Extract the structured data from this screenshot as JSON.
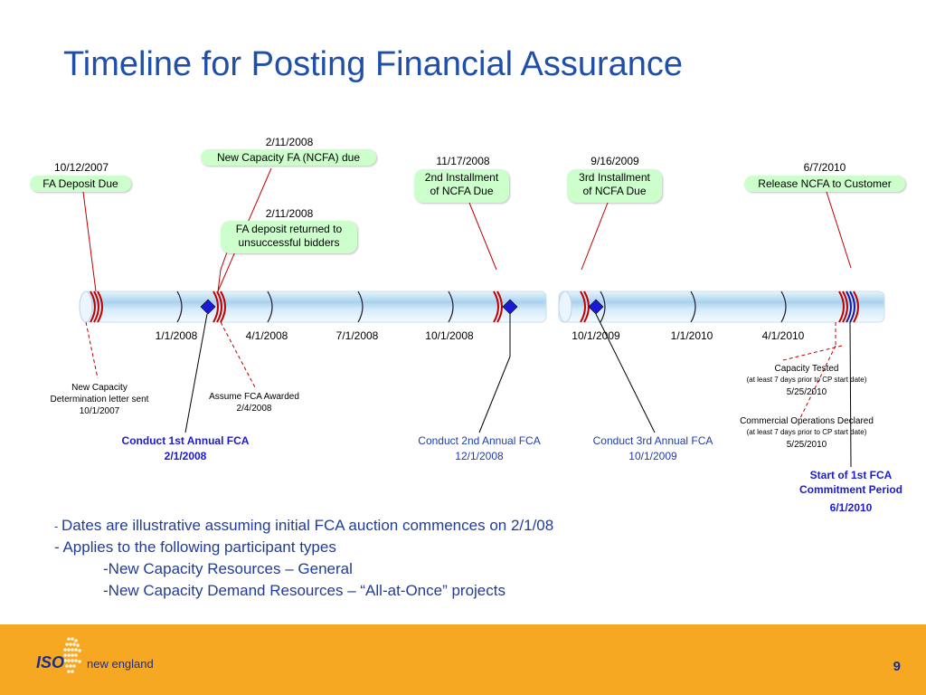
{
  "title": "Timeline for Posting Financial Assurance",
  "callouts_top": {
    "fa_deposit": {
      "date": "10/12/2007",
      "label": "FA Deposit Due"
    },
    "ncfa_due": {
      "date": "2/11/2008",
      "label": "New Capacity FA (NCFA) due"
    },
    "fa_returned": {
      "date": "2/11/2008",
      "line1": "FA deposit returned to",
      "line2": "unsuccessful bidders"
    },
    "second_installment": {
      "date": "11/17/2008",
      "line1": "2nd Installment",
      "line2": "of NCFA Due"
    },
    "third_installment": {
      "date": "9/16/2009",
      "line1": "3rd Installment",
      "line2": "of NCFA Due"
    },
    "release": {
      "date": "6/7/2010",
      "label": "Release NCFA to Customer"
    }
  },
  "axis_ticks": [
    "1/1/2008",
    "4/1/2008",
    "7/1/2008",
    "10/1/2008",
    "10/1/2009",
    "1/1/2010",
    "4/1/2010"
  ],
  "callouts_bottom": {
    "determination": {
      "line1": "New Capacity",
      "line2": "Determination letter sent",
      "date": "10/1/2007"
    },
    "fca_awarded": {
      "label": "Assume FCA Awarded",
      "date": "2/4/2008"
    },
    "fca1": {
      "label": "Conduct 1st Annual FCA",
      "date": "2/1/2008"
    },
    "fca2": {
      "label": "Conduct 2nd Annual FCA",
      "date": "12/1/2008"
    },
    "fca3": {
      "label": "Conduct 3rd Annual FCA",
      "date": "10/1/2009"
    },
    "capacity_tested": {
      "label": "Capacity Tested",
      "note": "(at least 7 days prior to CP start date)",
      "date": "5/25/2010"
    },
    "commercial_ops": {
      "label": "Commercial Operations Declared",
      "note": "(at least 7 days prior to CP start date)",
      "date": "5/25/2010"
    },
    "commitment_start": {
      "line1": "Start of 1st FCA",
      "line2": "Commitment Period",
      "date": "6/1/2010"
    }
  },
  "bullets": {
    "dash1": "- ",
    "b1": "Dates are illustrative assuming initial FCA auction commences on 2/1/08",
    "b2": "- Applies to the following participant types",
    "b3": "-New Capacity Resources – General",
    "b4": "-New Capacity Demand Resources – “All-at-Once” projects"
  },
  "footer": {
    "logo_iso": "ISO",
    "logo_ne": "new england",
    "page_number": "9"
  },
  "colors": {
    "title": "#1f4fa8",
    "pill": "#ccffcc",
    "footer": "#f7a823",
    "red_line": "#c00000",
    "marker_blue": "#1a1ad6"
  }
}
